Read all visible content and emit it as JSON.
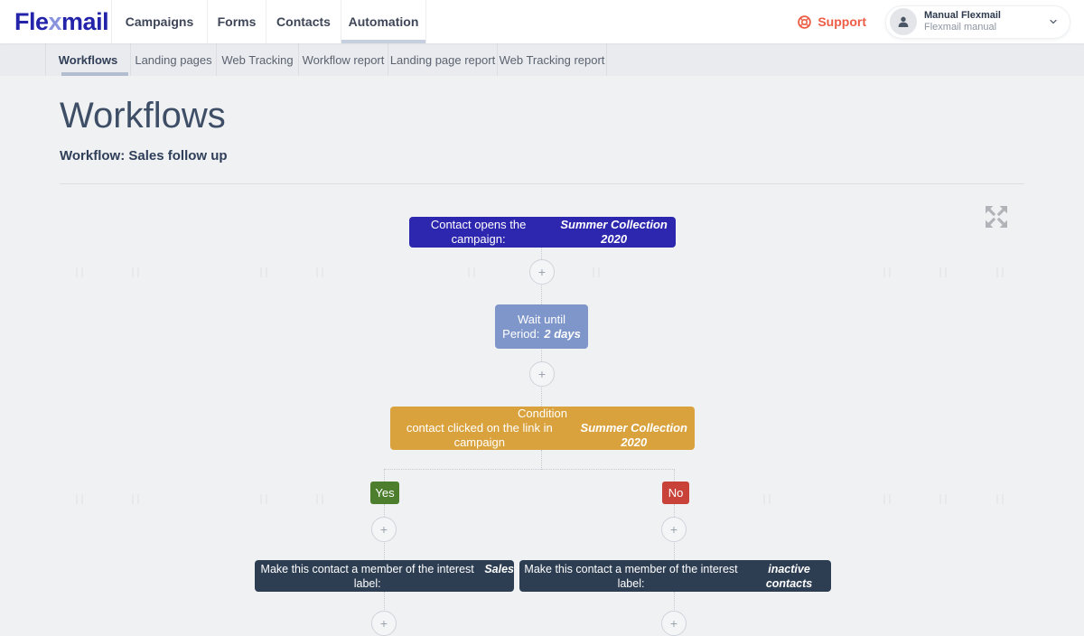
{
  "header": {
    "logo": {
      "prefix": "Fle",
      "accent": "x",
      "suffix": "mail"
    },
    "nav_items": [
      {
        "label": "Campaigns"
      },
      {
        "label": "Forms"
      },
      {
        "label": "Contacts"
      },
      {
        "label": "Automation"
      }
    ],
    "support_label": "Support",
    "user": {
      "name": "Manual Flexmail",
      "subtitle": "Flexmail manual"
    }
  },
  "subnav": {
    "tabs": [
      {
        "label": "Workflows"
      },
      {
        "label": "Landing pages"
      },
      {
        "label": "Web Tracking"
      },
      {
        "label": "Workflow report"
      },
      {
        "label": "Landing page report"
      },
      {
        "label": "Web Tracking report"
      }
    ]
  },
  "page": {
    "title": "Workflows",
    "subtitle": "Workflow: Sales follow up"
  },
  "workflow": {
    "plus_label": "+",
    "trigger": {
      "prefix": "Contact opens the campaign:",
      "emphasis": "Summer Collection 2020"
    },
    "wait": {
      "title": "Wait until",
      "period_label": "Period:",
      "period_value": "2 days"
    },
    "condition": {
      "title": "Condition",
      "prefix": "contact clicked on the link in campaign",
      "emphasis": "Summer Collection 2020"
    },
    "branch_yes": "Yes",
    "branch_no": "No",
    "action_yes": {
      "prefix": "Make this contact a member of the interest label:",
      "emphasis": "Sales"
    },
    "action_no": {
      "prefix": "Make this contact a member of the interest label:",
      "emphasis": "inactive contacts"
    }
  },
  "colors": {
    "brand_blue": "#2424ab",
    "brand_accent": "#8a93dd",
    "support_orange": "#ed5c44",
    "trigger_blue": "#2d26ae",
    "wait_blue": "#7e96ca",
    "condition_amber": "#d9a23c",
    "yes_green": "#4d7e2d",
    "no_red": "#c8423a",
    "action_navy": "#2d3e53"
  }
}
